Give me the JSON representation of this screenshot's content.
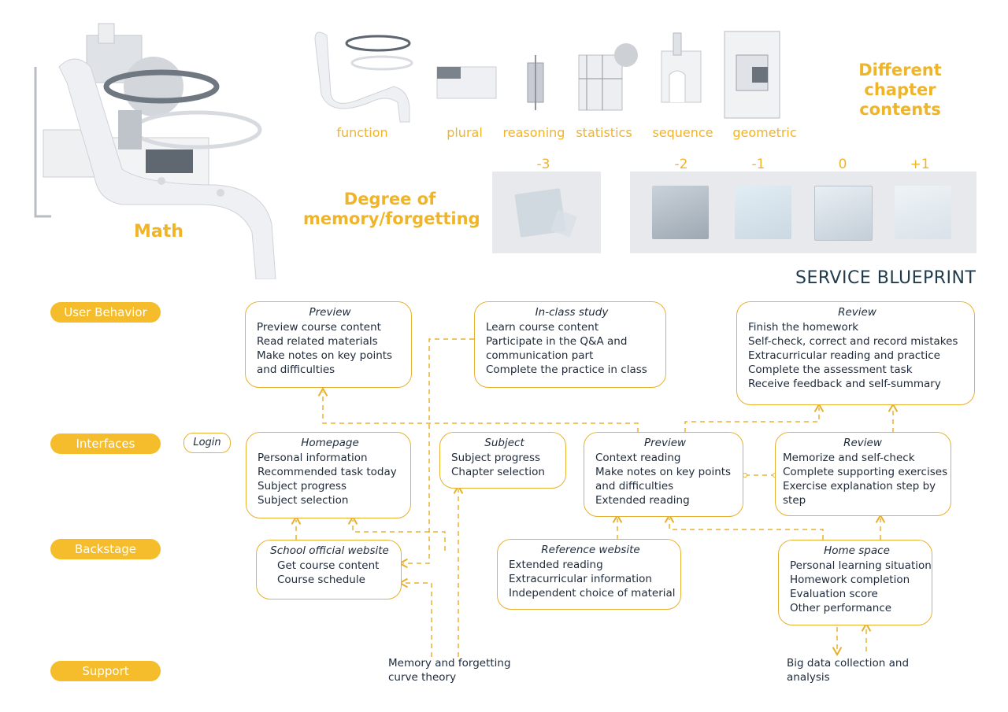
{
  "header": {
    "math_label": "Math",
    "chapters_title": "Different chapter contents",
    "memory_title": "Degree of memory/forgetting",
    "blueprint_title": "SERVICE BLUEPRINT"
  },
  "chapters": [
    "function",
    "plural",
    "reasoning",
    "statistics",
    "sequence",
    "geometric"
  ],
  "degrees": [
    "-3",
    "-2",
    "-1",
    "0",
    "+1"
  ],
  "lanes": {
    "user_behavior": "User Behavior",
    "interfaces": "Interfaces",
    "backstage": "Backstage",
    "support": "Support"
  },
  "login": "Login",
  "boxes": {
    "ub_preview": {
      "title": "Preview",
      "items": [
        "Preview course content",
        "Read related materials",
        "Make notes on key points",
        "and difficulties"
      ]
    },
    "ub_inclass": {
      "title": "In-class study",
      "items": [
        "Learn course content",
        "Participate in the Q&A and",
        "communication part",
        "Complete the practice in class"
      ]
    },
    "ub_review": {
      "title": "Review",
      "items": [
        "Finish the homework",
        "Self-check, correct and record mistakes",
        "Extracurricular reading and practice",
        "Complete the assessment task",
        "Receive feedback and self-summary"
      ]
    },
    "if_homepage": {
      "title": "Homepage",
      "items": [
        "Personal information",
        "Recommended task today",
        "Subject progress",
        "Subject selection"
      ]
    },
    "if_subject": {
      "title": "Subject",
      "items": [
        "Subject progress",
        "Chapter selection"
      ]
    },
    "if_preview": {
      "title": "Preview",
      "items": [
        "Context reading",
        "Make notes on key points",
        "and difficulties",
        "Extended reading"
      ]
    },
    "if_review": {
      "title": "Review",
      "items": [
        "Memorize and self-check",
        "Complete supporting exercises",
        "Exercise explanation step by",
        "step"
      ]
    },
    "bs_school": {
      "title": "School official website",
      "items": [
        "Get course content",
        "Course schedule"
      ]
    },
    "bs_reference": {
      "title": "Reference website",
      "items": [
        "Extended reading",
        "Extracurricular information",
        "Independent choice of material"
      ]
    },
    "bs_home": {
      "title": "Home space",
      "items": [
        "Personal learning situation",
        "Homework completion",
        "Evaluation score",
        "Other performance"
      ]
    }
  },
  "support": {
    "memory_theory": [
      "Memory and forgetting",
      "curve theory"
    ],
    "big_data": [
      "Big data collection and",
      "analysis"
    ]
  },
  "colors": {
    "accent": "#f0b428",
    "text": "#1e2a3a",
    "title": "#1f3b4d"
  }
}
